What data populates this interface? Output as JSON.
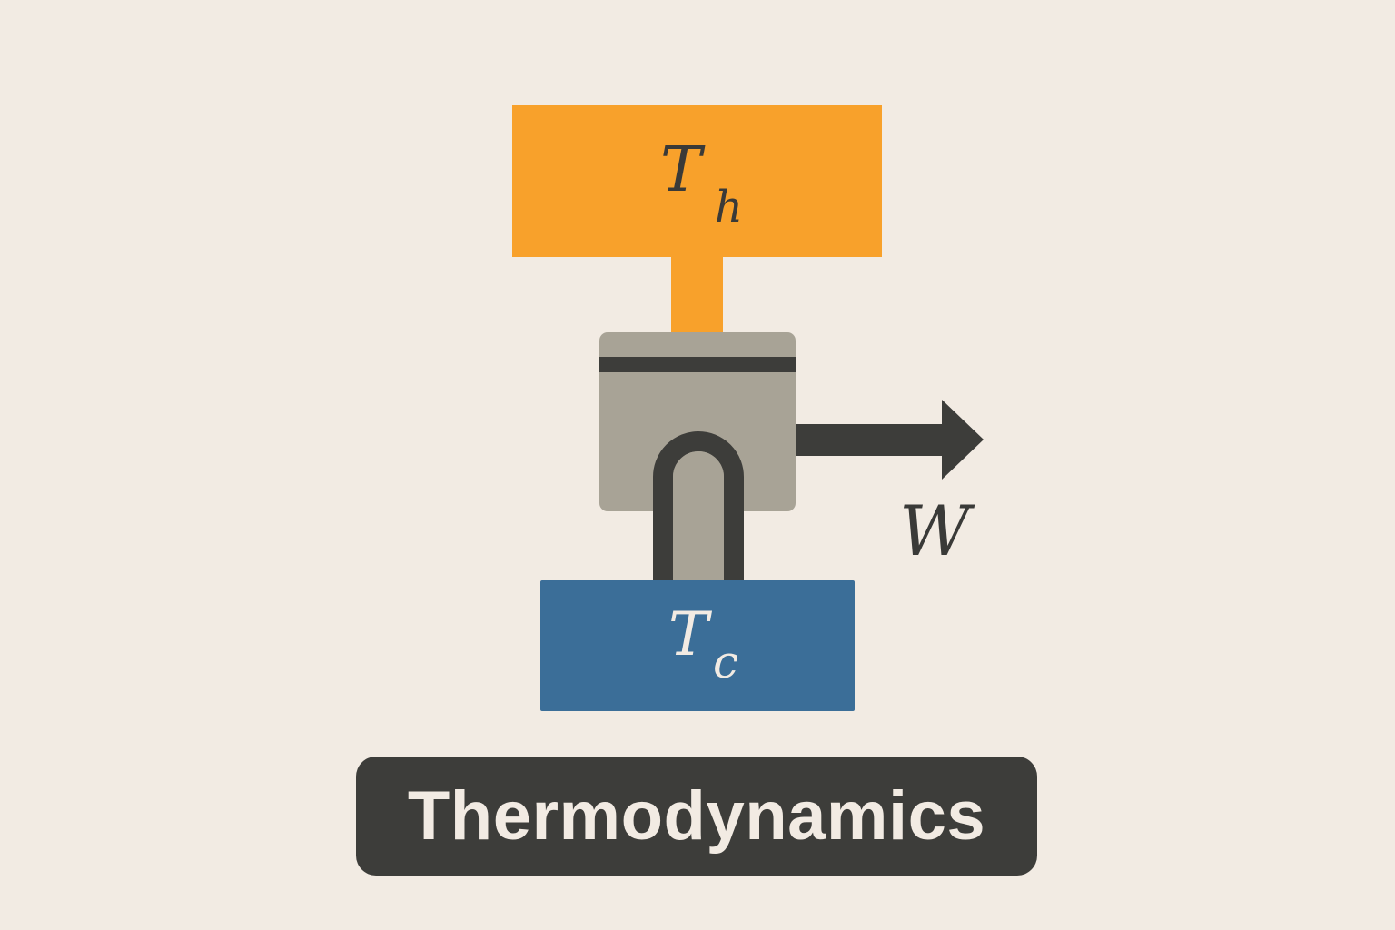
{
  "diagram": {
    "title": "Thermodynamics",
    "hot_reservoir": {
      "symbol": "T",
      "subscript": "h",
      "color": "#f8a12b"
    },
    "cold_reservoir": {
      "symbol": "T",
      "subscript": "c",
      "color": "#3b6e98"
    },
    "engine": {
      "color": "#a8a396"
    },
    "work_output": {
      "symbol": "W",
      "arrow_direction": "right"
    },
    "background": "#f2ebe3",
    "dark": "#3d3d3a"
  }
}
